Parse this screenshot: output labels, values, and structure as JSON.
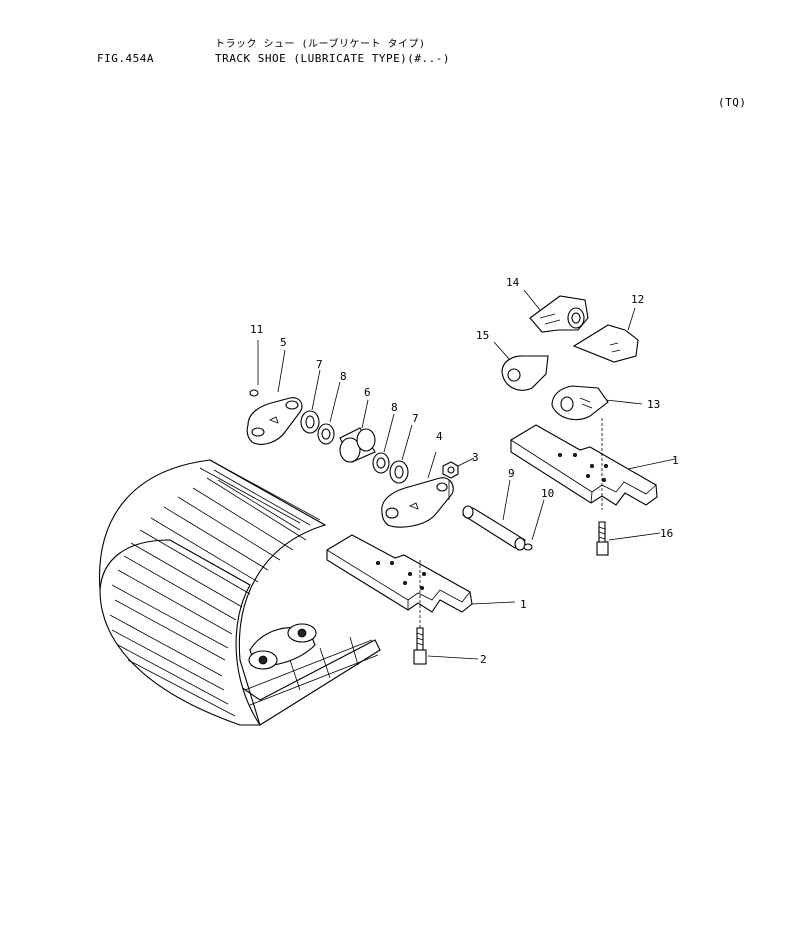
{
  "header": {
    "fig_label": "FIG.454A",
    "title_jp": "トラック シュー (ルーブリケート タイプ)",
    "title_en": "TRACK SHOE (LUBRICATE TYPE)(#..-)",
    "code": "(TQ)"
  },
  "callouts": [
    "1",
    "1",
    "2",
    "3",
    "4",
    "5",
    "6",
    "7",
    "7",
    "8",
    "8",
    "9",
    "10",
    "11",
    "12",
    "13",
    "14",
    "15",
    "16"
  ]
}
